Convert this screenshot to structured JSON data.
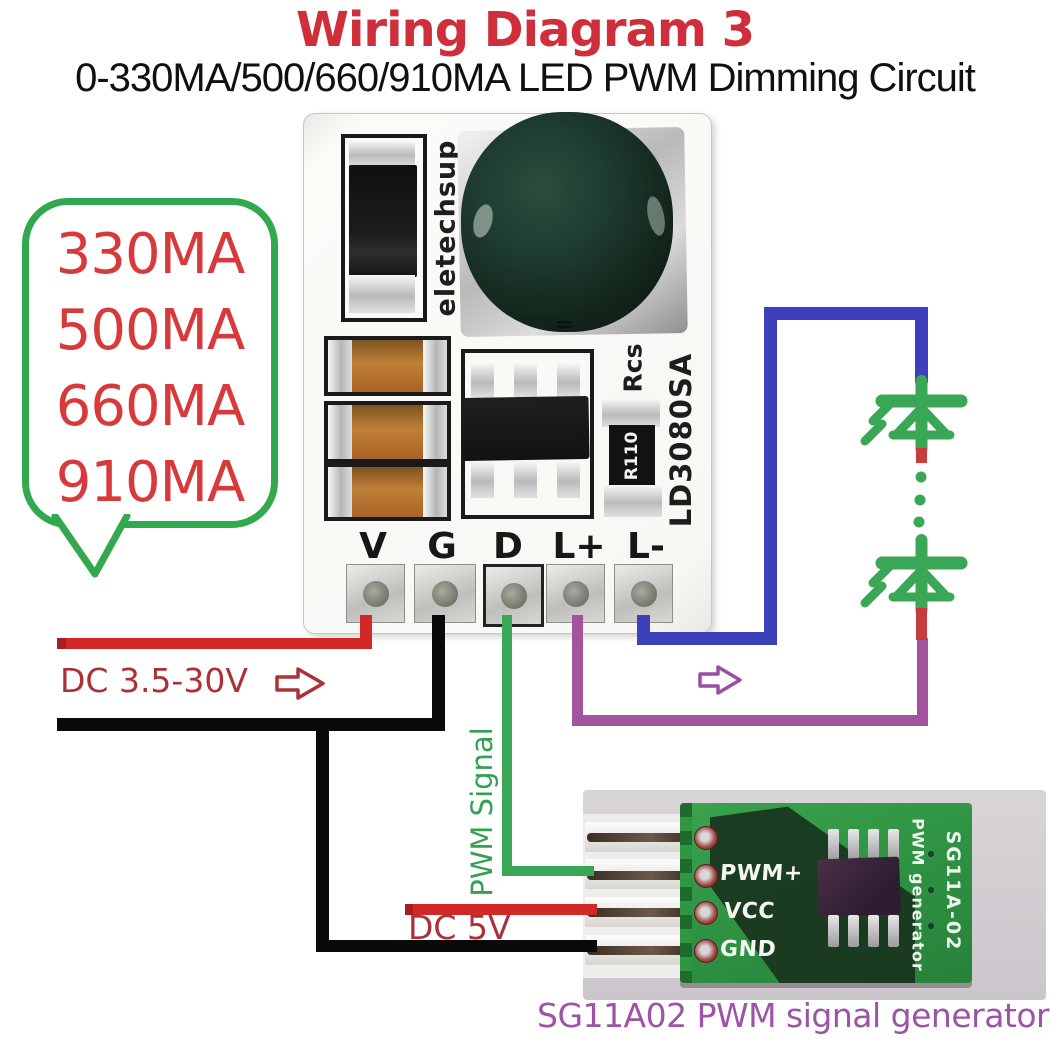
{
  "header": {
    "title": "Wiring Diagram 3",
    "subtitle": "0-330MA/500/660/910MA LED PWM Dimming Circuit"
  },
  "current_options": {
    "values": [
      "330MA",
      "500MA",
      "660MA",
      "910MA"
    ]
  },
  "driver_board": {
    "brand": "eletechsup",
    "rcs_label": "Rcs",
    "part_number": "LD3080SA",
    "resistor_label": "R110",
    "inductor_mark": "=",
    "pins": [
      "V",
      "G",
      "D",
      "L+",
      "L-"
    ]
  },
  "labels": {
    "dc_input": "DC 3.5-30V",
    "dc_5v": "DC 5V",
    "pwm_signal": "PWM Signal",
    "caption": "SG11A02 PWM signal generator"
  },
  "pwm_module": {
    "pin_labels": [
      "PWM+",
      "VCC",
      "GND"
    ],
    "name_vertical": "SG11A-02",
    "role_vertical": "PWM generator"
  },
  "colors": {
    "title_red": "#ce2f3b",
    "value_red": "#d83a3c",
    "bubble_green": "#33a94f",
    "wire_red": "#d32828",
    "wire_black": "#0a0a0a",
    "wire_green": "#3aa757",
    "wire_purple": "#a4549e",
    "wire_blue": "#3c40bd",
    "label_dark_red": "#ab3137",
    "caption_purple": "#9c55a6",
    "led_green": "#3aa757",
    "pcb_green": "#2f9644"
  }
}
